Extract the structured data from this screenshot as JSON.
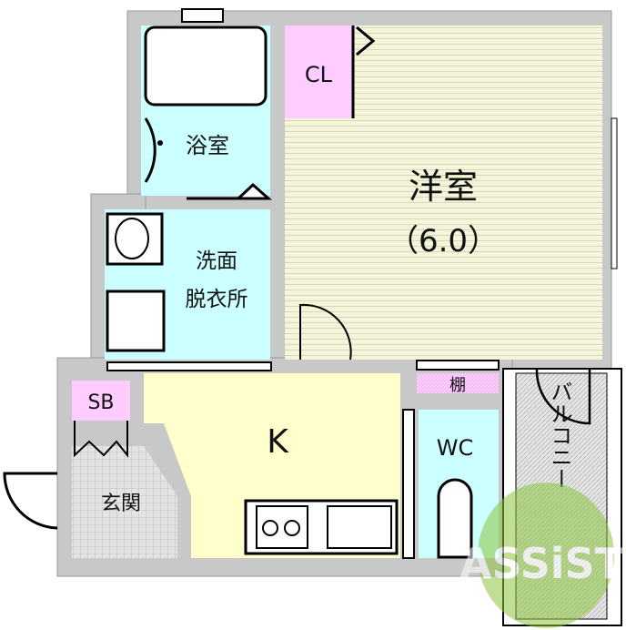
{
  "rooms": {
    "western": {
      "name": "洋室",
      "size": "（6.0）"
    },
    "closet": "CL",
    "bath": "浴室",
    "washroom_line1": "洗面",
    "washroom_line2": "脱衣所",
    "shoe_box": "SB",
    "kitchen": "K",
    "shelf": "棚",
    "toilet": "WC",
    "entrance": "玄関",
    "balcony": "バルコニー"
  },
  "colors": {
    "wall": "#c8c8c8",
    "western_floor": "#f4f4dc",
    "wet_area": "#ccffff",
    "storage": "#ffccff",
    "kitchen_floor": "#ffffcc",
    "entrance_floor": "#e0e0e0",
    "watermark": "#8dc63f"
  },
  "watermark": "ASSiST"
}
